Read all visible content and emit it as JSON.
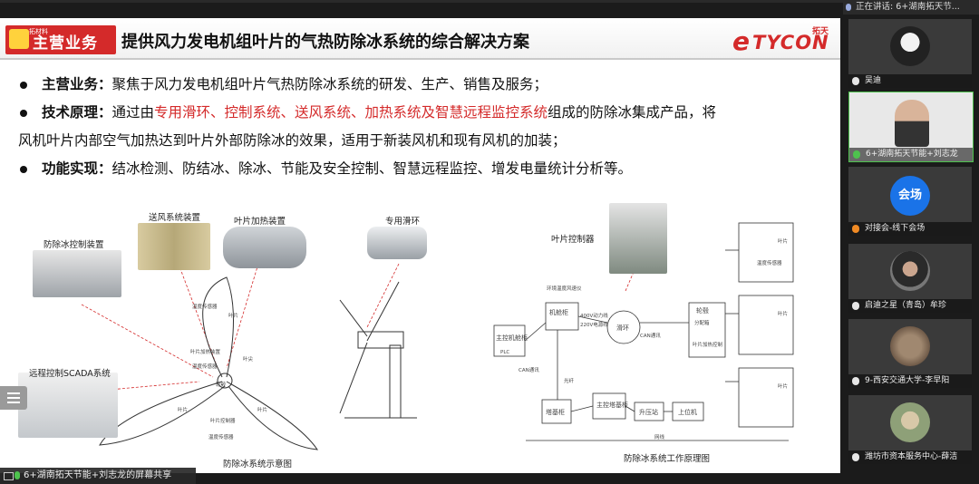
{
  "speaking_indicator": "正在讲话: 6+湖南拓天节...",
  "screen_share_label": "6+湖南拓天节能+刘志龙的屏幕共享",
  "slide": {
    "section_badge": "主营业务",
    "badge_small": "拓材料",
    "title": "提供风力发电机组叶片的气热防除冰系统的综合解决方案",
    "brand_name": "TYCON",
    "brand_cn": "拓天",
    "bullets": [
      {
        "label": "主营业务：",
        "text": "聚焦于风力发电机组叶片气热防除冰系统的研发、生产、销售及服务；"
      },
      {
        "label": "技术原理：",
        "pre": "通过由",
        "highlight": "专用滑环、控制系统、送风系统、加热系统及智慧远程监控系统",
        "post": "组成的防除冰集成产品，将",
        "cont": "风机叶片内部空气加热达到叶片外部防除冰的效果，适用于新装风机和现有风机的加装；"
      },
      {
        "label": "功能实现：",
        "text": "结冰检测、防结冰、除冰、节能及安全控制、智慧远程监控、增发电量统计分析等。"
      }
    ],
    "left_diagram": {
      "label_control": "防除冰控制装置",
      "label_fan": "送风系统装置",
      "label_heater": "叶片加热装置",
      "label_slipring": "专用滑环",
      "label_scada": "远程控制SCADA系统",
      "caption": "防除冰系统示意图",
      "tiny_labels": [
        "温度传感器",
        "叶片",
        "叶片加热装置",
        "温度传感器",
        "叶尖",
        "轮毂",
        "叶片",
        "叶片",
        "叶片控制器",
        "温度传感器"
      ]
    },
    "right_diagram": {
      "label_blade_controller": "叶片控制器",
      "caption": "防除冰系统工作原理图",
      "boxes": [
        "主控机舱柜",
        "机舱柜",
        "滑环",
        "轮毂",
        "塔基柜",
        "主控塔基柜",
        "升压站",
        "上位机"
      ],
      "tiny_labels": [
        "环境温度风速仪",
        "PLC",
        "CAN通讯",
        "400V动力线",
        "220V电源线",
        "光纤",
        "CAN通讯",
        "分配箱",
        "叶片加热控制",
        "叶片",
        "叶片",
        "叶片",
        "温度传感器",
        "网线"
      ]
    }
  },
  "participants": [
    {
      "name": "吴迪",
      "icon": "mic-icon",
      "status": "muted"
    },
    {
      "name": "6+湖南拓天节能+刘志龙",
      "icon": "mic-icon",
      "status": "speaking"
    },
    {
      "name": "对接会-线下会场",
      "icon": "mic-icon",
      "status": "muted",
      "avatar_text": "会场"
    },
    {
      "name": "启迪之星（青岛）牟珍",
      "icon": "mic-icon",
      "status": "muted"
    },
    {
      "name": "9-西安交通大学-李早阳",
      "icon": "mic-icon",
      "status": "muted"
    },
    {
      "name": "潍坊市资本服务中心-薛洁",
      "icon": "mic-icon",
      "status": "muted"
    }
  ],
  "colors": {
    "accent_red": "#d42a2a",
    "venue_blue": "#1a73e8",
    "speaking_green": "#4ec24e"
  }
}
